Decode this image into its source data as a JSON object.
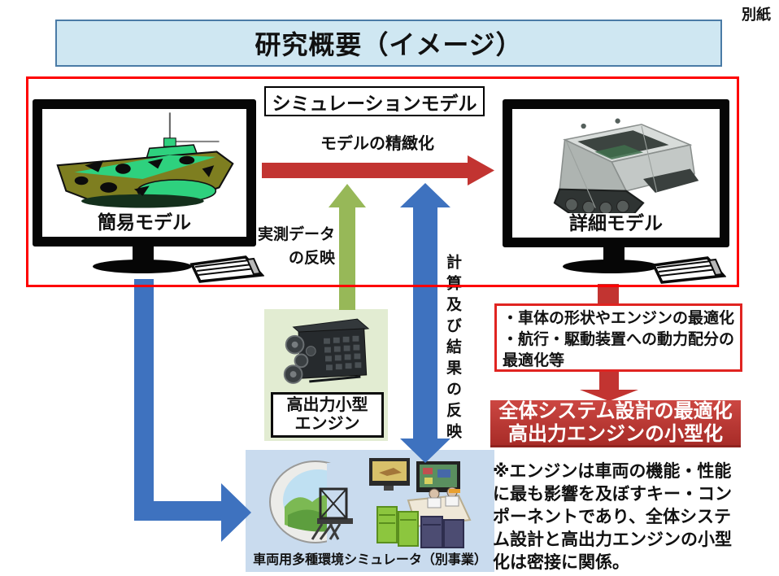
{
  "page": {
    "corner_note": "別紙",
    "title": "研究概要（イメージ）"
  },
  "sim_frame": {
    "label": "シミュレーションモデル",
    "refine_arrow_label": "モデルの精緻化",
    "simple_model_label": "簡易モデル",
    "detailed_model_label": "詳細モデル"
  },
  "flows": {
    "measured_data_line1": "実測データ",
    "measured_data_line2": "の反映",
    "calc_result_vertical": "計算及び結果の反映"
  },
  "engine": {
    "label_line1": "高出力小型",
    "label_line2": "エンジン"
  },
  "simulator": {
    "caption": "車両用多種環境シミュレータ（別事業）"
  },
  "outcomes": {
    "bullet1": "・車体の形状やエンジンの最適化",
    "bullet2": "・航行・駆動装置への動力配分の最適化等",
    "banner_line1": "全体システム設計の最適化",
    "banner_line2": "高出力エンジンの小型化",
    "note": "※エンジンは車両の機能・性能に最も影響を及ぼすキー・コンポーネントであり、全体システム設計と高出力エンジンの小型化は密接に関係。"
  },
  "colors": {
    "title_bg": "#cfe7f2",
    "title_border": "#4a7ba6",
    "frame_red": "#fe0000",
    "arrow_red": "#c23431",
    "arrow_green": "#97b858",
    "arrow_blue": "#3e72bf",
    "engine_box_bg": "#e2ecd2",
    "simulator_box_bg": "#c9dbee",
    "bullet_border": "#e02421",
    "banner_bg": "#c0342f",
    "banner_text": "#ffffff"
  }
}
